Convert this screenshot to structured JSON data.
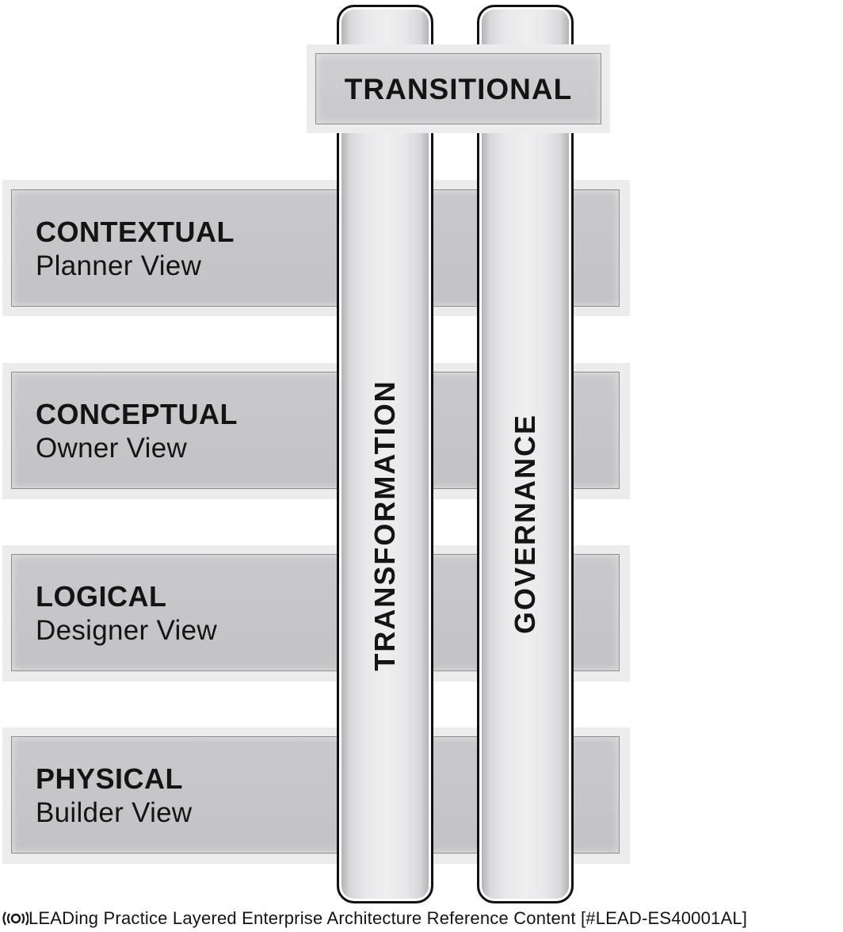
{
  "layers": [
    {
      "title": "CONTEXTUAL",
      "subtitle": "Planner View"
    },
    {
      "title": "CONCEPTUAL",
      "subtitle": "Owner View"
    },
    {
      "title": "LOGICAL",
      "subtitle": "Designer View"
    },
    {
      "title": "PHYSICAL",
      "subtitle": "Builder View"
    }
  ],
  "pillars": [
    {
      "label": "TRANSFORMATION"
    },
    {
      "label": "GOVERNANCE"
    }
  ],
  "banner": {
    "label": "TRANSITIONAL"
  },
  "footer": {
    "logo_text": "LEAD",
    "text": "ing Practice Layered Enterprise Architecture Reference Content [#LEAD-ES40001AL]"
  }
}
